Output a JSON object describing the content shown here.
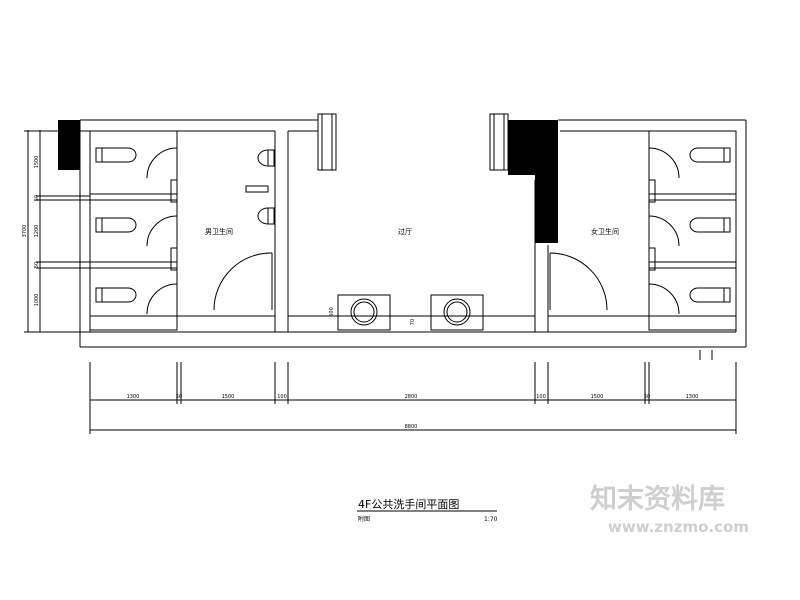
{
  "rooms": {
    "mens": "男卫生间",
    "hall": "过厅",
    "womens": "女卫生间"
  },
  "dims": {
    "left_vertical": [
      "1500",
      "50",
      "1200",
      "50",
      "1000"
    ],
    "left_total": "3700",
    "bottom": [
      "1300",
      "50",
      "1500",
      "100",
      "2800",
      "100",
      "1500",
      "50",
      "1300"
    ],
    "bottom_total": "8800",
    "sink_counter": "600",
    "sink_gap": "70"
  },
  "title": {
    "main": "4F公共洗手间平面图",
    "left": "附图",
    "scale": "1:70"
  },
  "watermark": {
    "brand": "知末资料库",
    "url": "www.znzmo.com"
  },
  "colors": {
    "line": "#000000",
    "watermark": "#cfcfcf"
  }
}
